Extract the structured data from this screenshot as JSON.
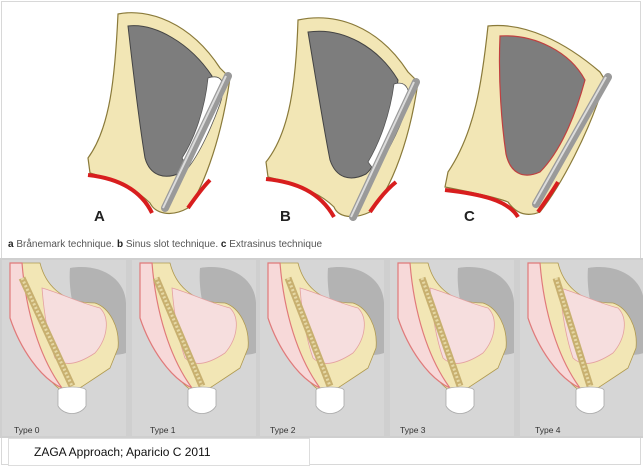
{
  "top_panels": [
    {
      "letter": "A"
    },
    {
      "letter": "B"
    },
    {
      "letter": "C"
    }
  ],
  "caption": {
    "a_label": "a",
    "a_text": " Brånemark technique. ",
    "b_label": "b",
    "b_text": " Sinus slot technique. ",
    "c_label": "c",
    "c_text": " Extrasinus technique"
  },
  "types": [
    "Type 0",
    "Type 1",
    "Type 2",
    "Type 3",
    "Type 4"
  ],
  "footer": {
    "text": "ZAGA Approach; Aparicio C 2011"
  },
  "colors": {
    "bone": "#f2e6b5",
    "sinus": "#7d7d7d",
    "gum": "#d81e1e",
    "implant": "#b8b8b8",
    "pink_fill": "#f7d9d9",
    "strip_bg": "#cfcfcf"
  }
}
